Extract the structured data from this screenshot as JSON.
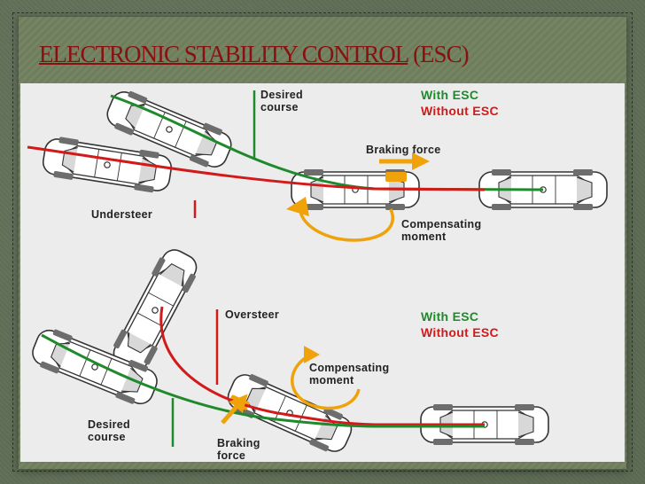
{
  "slide": {
    "title_main": "ELECTRONIC STABILITY CONTROL",
    "title_suffix": "(ESC)"
  },
  "colors": {
    "with_esc": "#1f8a2c",
    "without_esc": "#d21a1a",
    "title": "#8a1010",
    "accent_arrow": "#f0a20a"
  },
  "understeer_diagram": {
    "desired_course_line1": "Desired",
    "desired_course_line2": "course",
    "legend_with": "With ESC",
    "legend_without": "Without ESC",
    "braking_force": "Braking force",
    "understeer": "Understeer",
    "compensating_line1": "Compensating",
    "compensating_line2": "moment"
  },
  "oversteer_diagram": {
    "oversteer": "Oversteer",
    "legend_with": "With ESC",
    "legend_without": "Without ESC",
    "compensating_line1": "Compensating",
    "compensating_line2": "moment",
    "desired_course_line1": "Desired",
    "desired_course_line2": "course",
    "braking_line1": "Braking",
    "braking_line2": "force"
  }
}
